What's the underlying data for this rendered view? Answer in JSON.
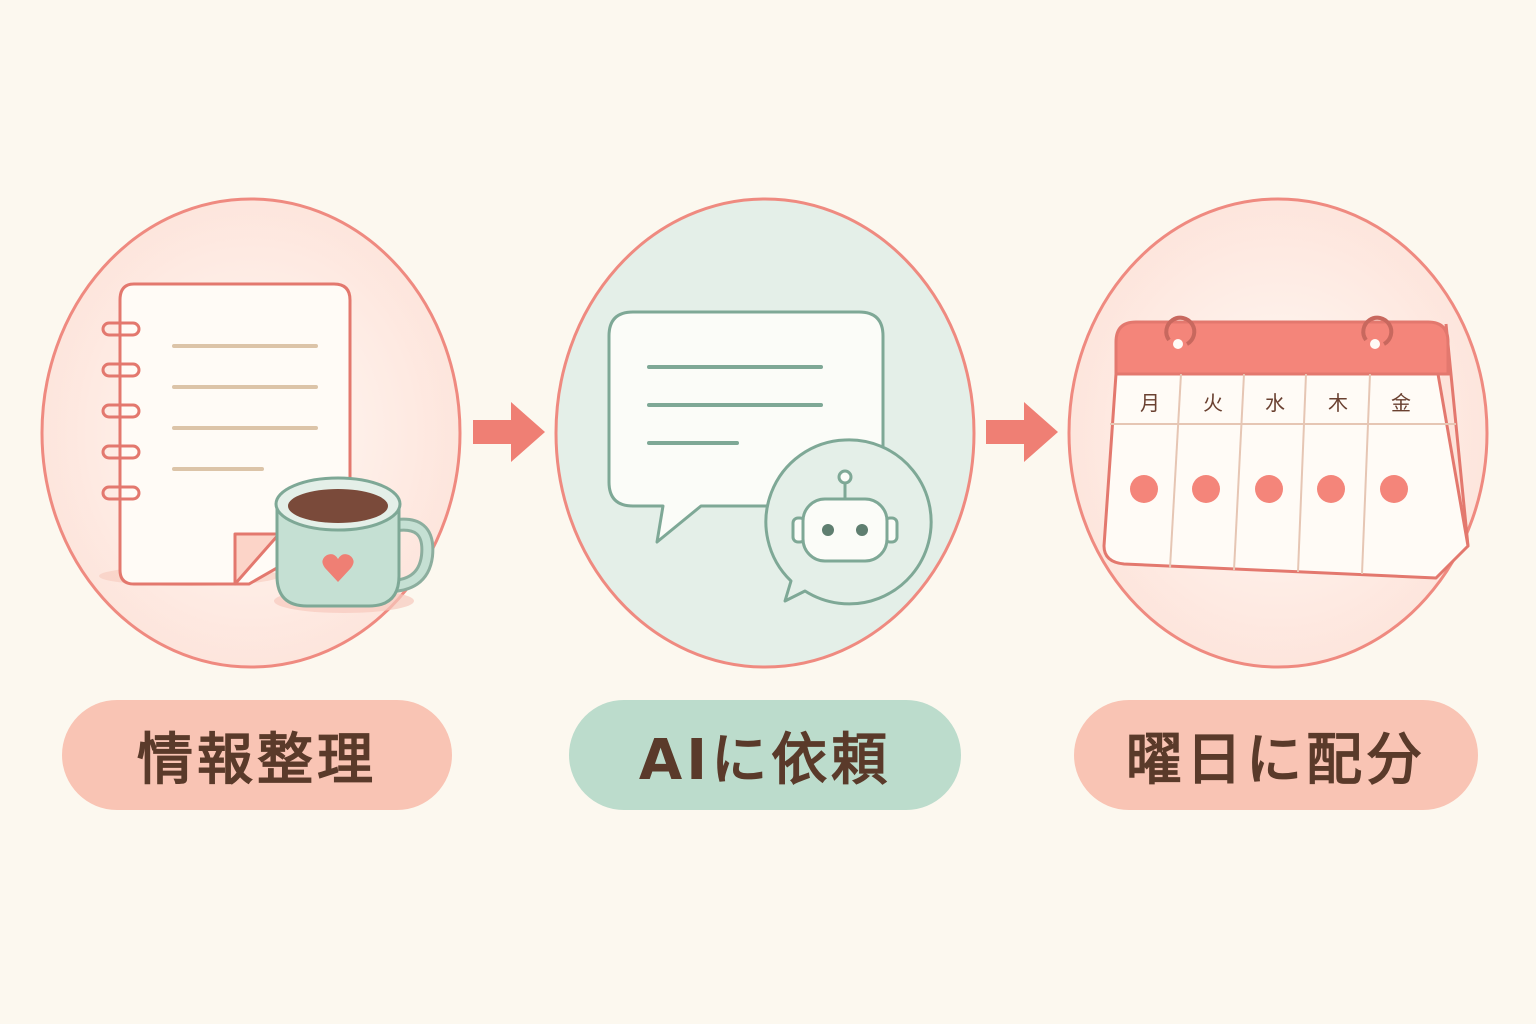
{
  "steps": [
    {
      "label": "情報整理",
      "icon": "notebook-coffee-icon",
      "circle_fill": "#fde3da",
      "label_bg": "#f9c4b4"
    },
    {
      "label": "AIに依頼",
      "icon": "chat-robot-icon",
      "circle_fill": "#e4efe8",
      "label_bg": "#bcdccc"
    },
    {
      "label": "曜日に配分",
      "icon": "calendar-icon",
      "circle_fill": "#fde3da",
      "label_bg": "#f9c4b4",
      "calendar_days": [
        "月",
        "火",
        "水",
        "木",
        "金"
      ]
    }
  ],
  "colors": {
    "background": "#fcf8ef",
    "accent": "#ef7f74",
    "green": "#7ea896",
    "text": "#5a3a2a"
  }
}
